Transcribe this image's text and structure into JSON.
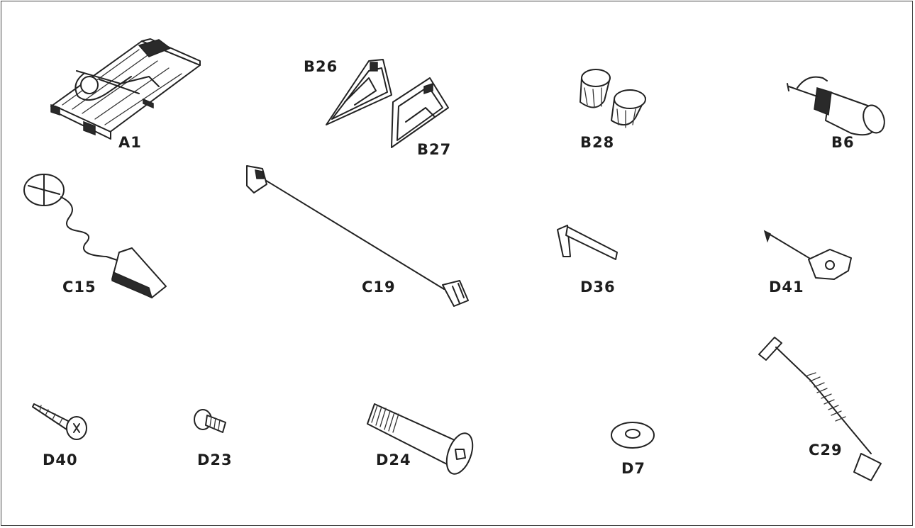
{
  "parts": [
    {
      "code": "A1",
      "icon": "treadmill-icon"
    },
    {
      "code": "B26",
      "icon": "side-cover-left-icon"
    },
    {
      "code": "B27",
      "icon": "side-cover-right-icon"
    },
    {
      "code": "B28",
      "icon": "end-caps-icon"
    },
    {
      "code": "B6",
      "icon": "lubricant-bottle-icon"
    },
    {
      "code": "C15",
      "icon": "safety-key-icon"
    },
    {
      "code": "C19",
      "icon": "power-cord-icon"
    },
    {
      "code": "D36",
      "icon": "allen-wrench-icon"
    },
    {
      "code": "D41",
      "icon": "screwdriver-wrench-icon"
    },
    {
      "code": "D40",
      "icon": "screw-icon"
    },
    {
      "code": "D23",
      "icon": "short-bolt-icon"
    },
    {
      "code": "D24",
      "icon": "long-bolt-icon"
    },
    {
      "code": "D7",
      "icon": "washer-icon"
    },
    {
      "code": "C29",
      "icon": "coiled-cable-icon"
    }
  ]
}
